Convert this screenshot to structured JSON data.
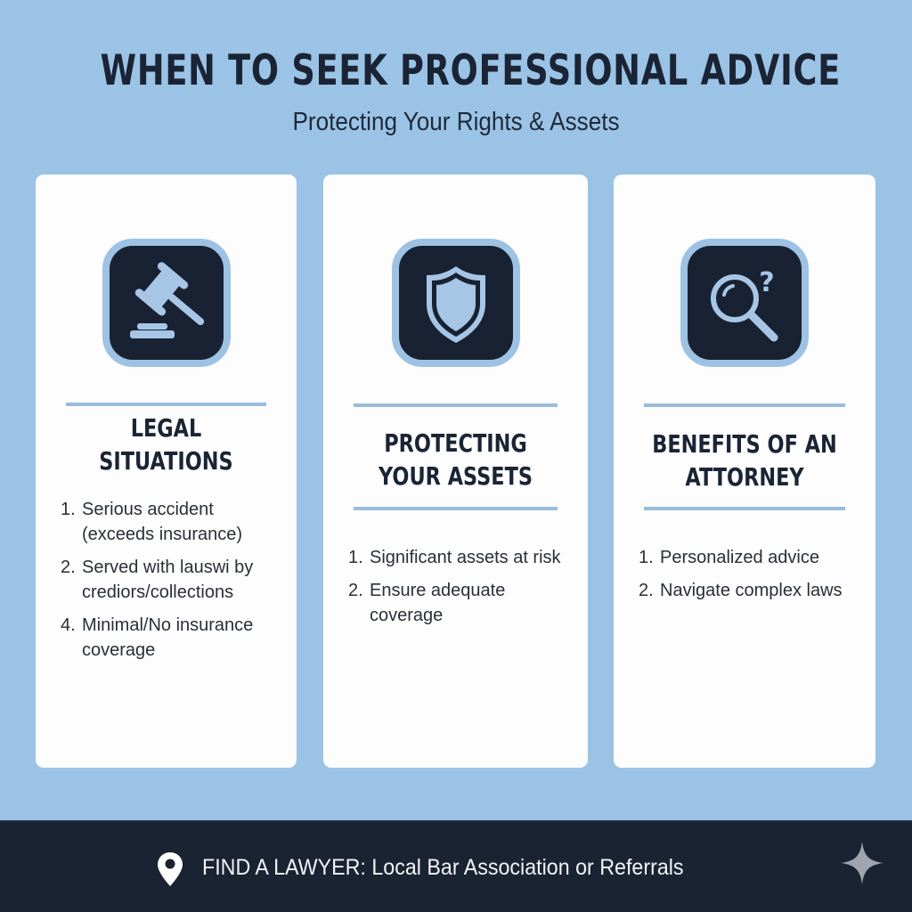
{
  "header": {
    "title": "WHEN TO SEEK PROFESSIONAL ADVICE",
    "subtitle": "Protecting Your Rights & Assets"
  },
  "cards": [
    {
      "icon": "gavel-icon",
      "title_line1": "LEGAL",
      "title_line2": "SITUATIONS",
      "items": [
        {
          "num": "1.",
          "text": "Serious accident (exceeds insurance)"
        },
        {
          "num": "2.",
          "text": "Served with lauswi by crediors/collections"
        },
        {
          "num": "4.",
          "text": "Minimal/No insurance coverage"
        }
      ]
    },
    {
      "icon": "shield-icon",
      "title_line1": "PROTECTING",
      "title_line2": "YOUR ASSETS",
      "items": [
        {
          "num": "1.",
          "text": "Significant assets at risk"
        },
        {
          "num": "2.",
          "text": "Ensure adequate coverage"
        }
      ]
    },
    {
      "icon": "magnifier-question-icon",
      "title_line1": "BENEFITS OF AN",
      "title_line2": "ATTORNEY",
      "items": [
        {
          "num": "1.",
          "text": "Personalized advice"
        },
        {
          "num": "2.",
          "text": "Navigate complex laws"
        }
      ]
    }
  ],
  "footer": {
    "icon": "map-pin-icon",
    "text": "FIND A LAWYER: Local Bar Association or Referrals",
    "corner_icon": "sparkle-icon"
  },
  "colors": {
    "background": "#9bc3e6",
    "card": "#fdfdfd",
    "icon_box": "#182232",
    "icon_accent": "#9dc2e4",
    "divider": "#99bcdc",
    "footer": "#1a2332",
    "text_dark": "#1a2434"
  }
}
